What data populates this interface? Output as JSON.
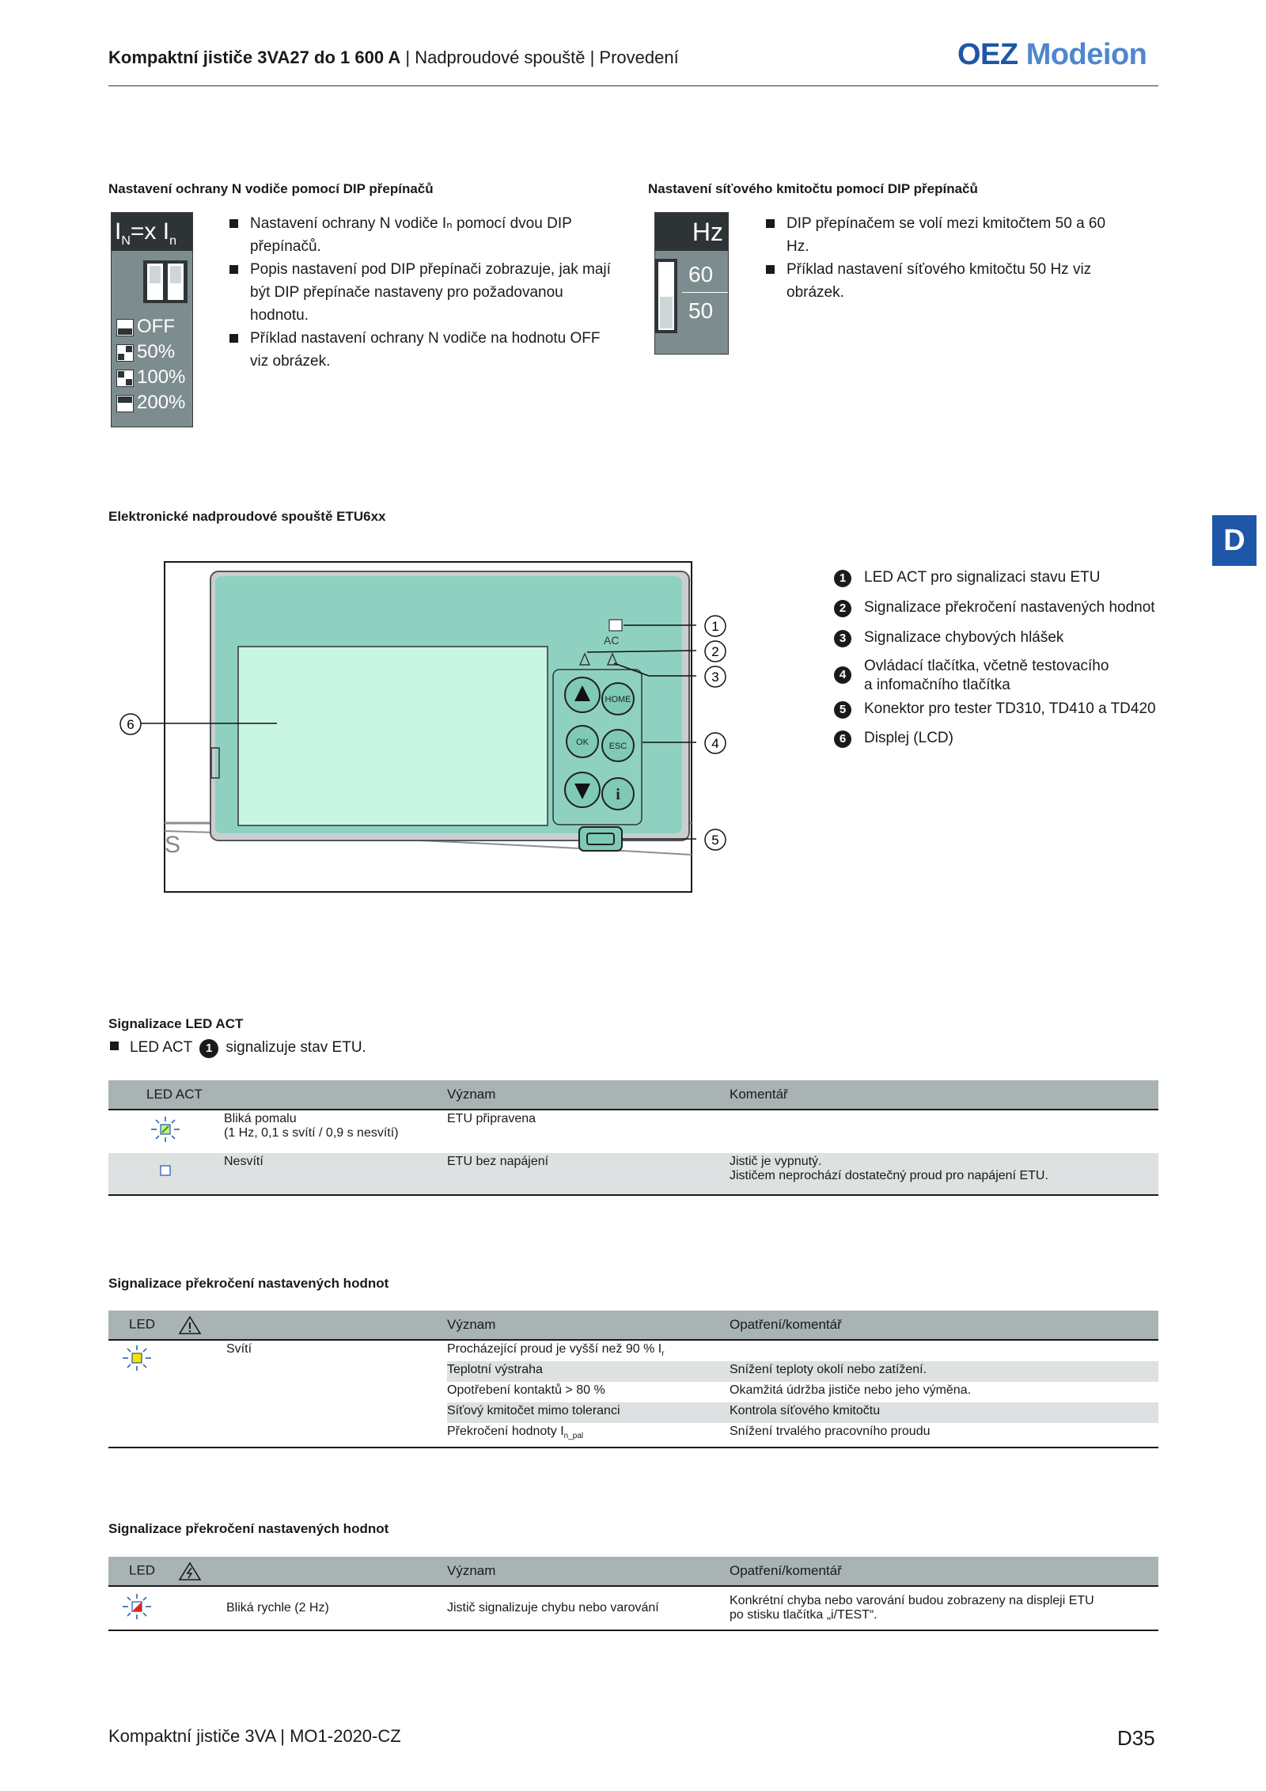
{
  "header": {
    "title_bold": "Kompaktní jističe 3VA27 do 1 600 A",
    "title_rest": "Nadproudové spouště",
    "title_rest2": "Provedení",
    "logo_oez": "OEZ",
    "logo_modeion": "Modeion"
  },
  "side_tab": "D",
  "section_n": {
    "heading": "Nastavení ochrany N vodiče pomocí DIP přepínačů",
    "bullets": [
      "Nastavení ochrany N vodiče Iₙ pomocí dvou DIP přepínačů.",
      "Popis nastavení pod DIP přepínači zobrazuje, jak mají být DIP přepínače nastaveny pro požadovanou hodnotu.",
      "Příklad nastavení ochrany N vodiče na hodnotu OFF viz obrázek."
    ],
    "dip_label_main": "I",
    "dip_label_sub1": "N",
    "dip_label_mid": "=x I",
    "dip_label_sub2": "n",
    "options": [
      "OFF",
      "50%",
      "100%",
      "200%"
    ]
  },
  "section_hz": {
    "heading": "Nastavení síťového kmitočtu pomocí DIP přepínačů",
    "bullets": [
      "DIP přepínačem se volí mezi kmitočtem 50 a 60 Hz.",
      "Příklad nastavení síťového kmitočtu 50 Hz viz obrázek."
    ],
    "label": "Hz",
    "options": [
      "60",
      "50"
    ]
  },
  "section_etu": {
    "heading": "Elektronické nadproudové spouště ETU6xx",
    "diagram": {
      "act_label": "AC",
      "btn_home": "HOME",
      "btn_ok": "OK",
      "btn_esc": "ESC",
      "btn_info": "i",
      "s_label": "S",
      "callouts": [
        "1",
        "2",
        "3",
        "4",
        "5",
        "6"
      ]
    },
    "legend": [
      {
        "num": "1",
        "text": "LED ACT pro signalizaci stavu ETU"
      },
      {
        "num": "2",
        "text": "Signalizace překročení nastavených hodnot"
      },
      {
        "num": "3",
        "text": "Signalizace chybových hlášek"
      },
      {
        "num": "4",
        "text": "Ovládací tlačítka, včetně testovacího",
        "text2": "a infomačního tlačítka"
      },
      {
        "num": "5",
        "text": "Konektor pro tester TD310, TD410 a TD420"
      },
      {
        "num": "6",
        "text": "Displej (LCD)"
      }
    ]
  },
  "section_led_act": {
    "heading": "Signalizace LED ACT",
    "bullet_pre": "LED ACT",
    "bullet_num": "1",
    "bullet_post": "signalizuje stav ETU.",
    "columns": [
      "LED ACT",
      "Význam",
      "Komentář"
    ],
    "rows": [
      {
        "state": "Bliká pomalu",
        "state2": "(1 Hz, 0,1 s svítí / 0,9 s nesvítí)",
        "meaning": "ETU připravena",
        "comment": "",
        "comment2": ""
      },
      {
        "state": "Nesvítí",
        "state2": "",
        "meaning": "ETU bez napájení",
        "comment": "Jistič je vypnutý.",
        "comment2": "Jističem neprochází dostatečný proud pro napájení ETU."
      }
    ]
  },
  "section_overload": {
    "heading": "Signalizace překročení nastavených hodnot",
    "columns": [
      "LED",
      "Význam",
      "Opatření/komentář"
    ],
    "state": "Svítí",
    "rows": [
      {
        "meaning": "Procházející proud je vyšší než 90 % I",
        "sub": "r",
        "comment": ""
      },
      {
        "meaning": "Teplotní výstraha",
        "sub": "",
        "comment": "Snížení teploty okolí nebo zatížení."
      },
      {
        "meaning": "Opotřebení kontaktů > 80 %",
        "sub": "",
        "comment": "Okamžitá údržba jističe nebo jeho výměna."
      },
      {
        "meaning": "Síťový kmitočet mimo toleranci",
        "sub": "",
        "comment": "Kontrola síťového kmitočtu"
      },
      {
        "meaning": "Překročení hodnoty I",
        "sub": "n_pal",
        "comment": "Snížení trvalého pracovního proudu"
      }
    ]
  },
  "section_error": {
    "heading": "Signalizace překročení nastavených hodnot",
    "columns": [
      "LED",
      "Význam",
      "Opatření/komentář"
    ],
    "state": "Bliká rychle (2 Hz)",
    "meaning": "Jistič signalizuje chybu nebo varování",
    "comment": "Konkrétní chyba nebo varování budou zobrazeny na displeji ETU",
    "comment2": "po stisku tlačítka „i/TEST“."
  },
  "footer": {
    "left": "Kompaktní jističe 3VA",
    "left2": "MO1-2020-CZ",
    "page": "D35"
  }
}
